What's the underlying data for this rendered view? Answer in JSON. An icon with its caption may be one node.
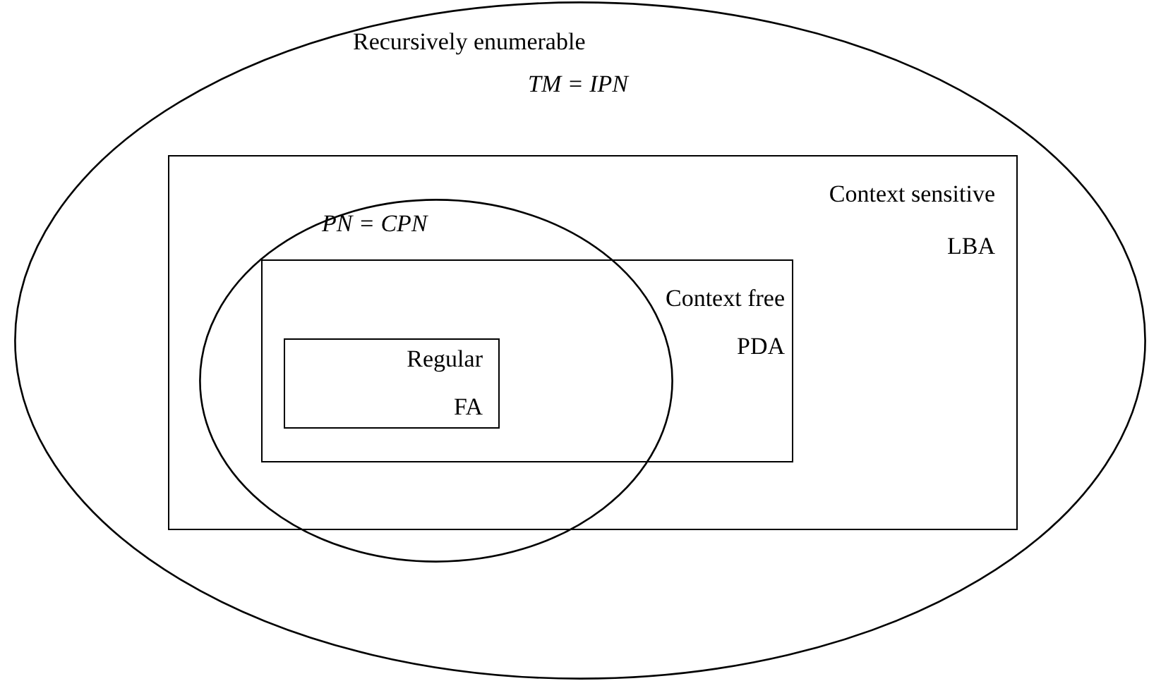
{
  "diagram": {
    "nodes": [
      {
        "text": [
          "Recursively enumerable",
          "TM = IPN"
        ]
      },
      {
        "text": [
          "Context sensitive",
          "LBA"
        ],
        "in": 0
      },
      {
        "text": [
          "PN = CPN"
        ],
        "in": 1
      },
      {
        "text": [
          "Context free",
          "PDA"
        ],
        "in": 1
      },
      {
        "text": [
          "Regular",
          "FA"
        ]
      }
    ]
  }
}
